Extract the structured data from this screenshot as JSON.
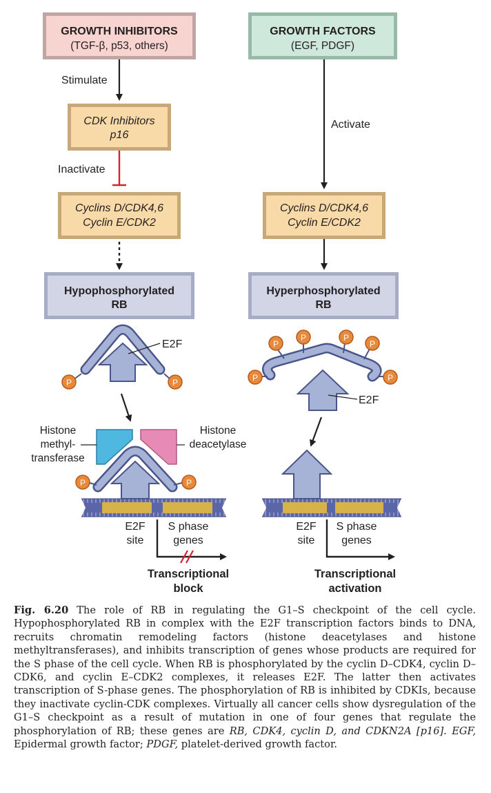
{
  "left": {
    "top_box": {
      "title": "GROWTH INHIBITORS",
      "subtitle": "(TGF-β, p53, others)"
    },
    "arrow1_label": "Stimulate",
    "cdk_box": {
      "line1": "CDK Inhibitors",
      "line2": "p16"
    },
    "arrow2_label": "Inactivate",
    "cyclin_box": {
      "line1": "Cyclins D/CDK4,6",
      "line2": "Cyclin E/CDK2"
    },
    "rb_box": {
      "line1": "Hypophosphorylated",
      "line2": "RB"
    },
    "e2f_label": "E2F",
    "histone_left": {
      "line1": "Histone",
      "line2": "methyl-",
      "line3": "transferase"
    },
    "histone_right": {
      "line1": "Histone",
      "line2": "deacetylase"
    },
    "site_label": {
      "line1": "E2F",
      "line2": "site"
    },
    "genes_label": {
      "line1": "S phase",
      "line2": "genes"
    },
    "outcome": {
      "line1": "Transcriptional",
      "line2": "block"
    }
  },
  "right": {
    "top_box": {
      "title": "GROWTH FACTORS",
      "subtitle": "(EGF, PDGF)"
    },
    "arrow_label": "Activate",
    "cyclin_box": {
      "line1": "Cyclins D/CDK4,6",
      "line2": "Cyclin E/CDK2"
    },
    "rb_box": {
      "line1": "Hyperphosphorylated",
      "line2": "RB"
    },
    "e2f_label": "E2F",
    "site_label": {
      "line1": "E2F",
      "line2": "site"
    },
    "genes_label": {
      "line1": "S phase",
      "line2": "genes"
    },
    "outcome": {
      "line1": "Transcriptional",
      "line2": "activation"
    }
  },
  "phospho_label": "P",
  "caption": {
    "fig_label": "Fig. 6.20",
    "text": " The role of RB in regulating the G1–S checkpoint of the cell cycle. Hypophosphorylated RB in complex with the E2F transcription factors binds to DNA, recruits chromatin remodeling factors (histone deacetylases and histone methyltransferases), and inhibits transcription of genes whose products are required for the S phase of the cell cycle. When RB is phosphorylated by the cyclin D–CDK4, cyclin D–CDK6, and cyclin E–CDK2 complexes, it releases E2F. The latter then activates transcription of S-phase genes. The phosphorylation of RB is inhibited by CDKIs, because they inactivate cyclin-CDK complexes. Virtually all cancer cells show dysregulation of the G1–S checkpoint as a result of mutation in one of four genes that regulate the phosphorylation of RB; these genes are ",
    "genes_italic": "RB, CDK4, cyclin D, and CDKN2A [p16].",
    "abbrev1_term": "EGF,",
    "abbrev1_def": " Epidermal growth factor; ",
    "abbrev2_term": "PDGF,",
    "abbrev2_def": " platelet-derived growth factor."
  },
  "colors": {
    "inhibitor_box": "#f7d4d0",
    "factor_box": "#cfe8dc",
    "cdk_box": "#f8d9a8",
    "rb_box": "#d1d5e6",
    "protein": "#a7b3d6",
    "phosphate": "#e78a3c",
    "methyltransferase": "#4fb8e0",
    "deacetylase": "#e78ab5",
    "dna_gold": "#d7b24a",
    "dna_blue": "#5a66a8",
    "inhibit_bar": "#d6202a"
  }
}
